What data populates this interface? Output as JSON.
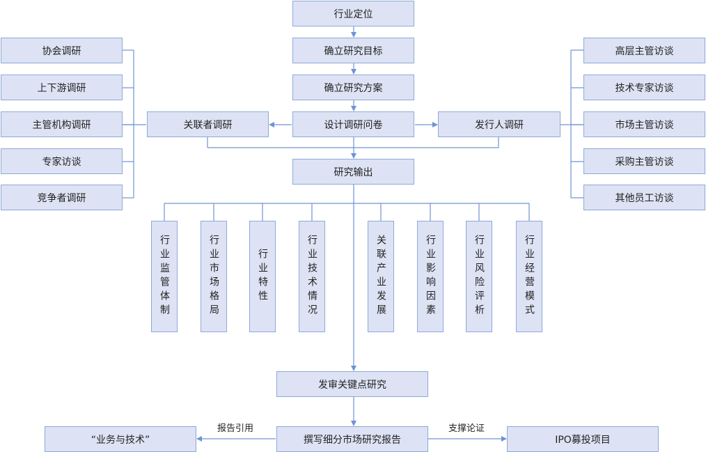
{
  "center": {
    "positioning": "行业定位",
    "goal": "确立研究目标",
    "plan": "确立研究方案",
    "questionnaire": "设计调研问卷",
    "output": "研究输出",
    "key_points": "发审关键点研究",
    "report": "撰写细分市场研究报告"
  },
  "related_party": "关联者调研",
  "issuer": "发行人调研",
  "left_items": [
    "协会调研",
    "上下游调研",
    "主管机构调研",
    "专家访谈",
    "竞争者调研"
  ],
  "right_items": [
    "高层主管访谈",
    "技术专家访谈",
    "市场主管访谈",
    "采购主管访谈",
    "其他员工访谈"
  ],
  "outputs": [
    "行业监管体制",
    "行业市场格局",
    "行业特性",
    "行业技术情况",
    "关联产业发展",
    "行业影响因素",
    "行业风险评析",
    "行业经营模式"
  ],
  "bottom": {
    "left_label": "报告引用",
    "left_box": "“业务与技术”",
    "right_label": "支撑论证",
    "right_box": "IPO募投项目"
  },
  "colors": {
    "box_fill": "#dde3f4",
    "box_border": "#8fa8d8",
    "line": "#6f93d2"
  }
}
